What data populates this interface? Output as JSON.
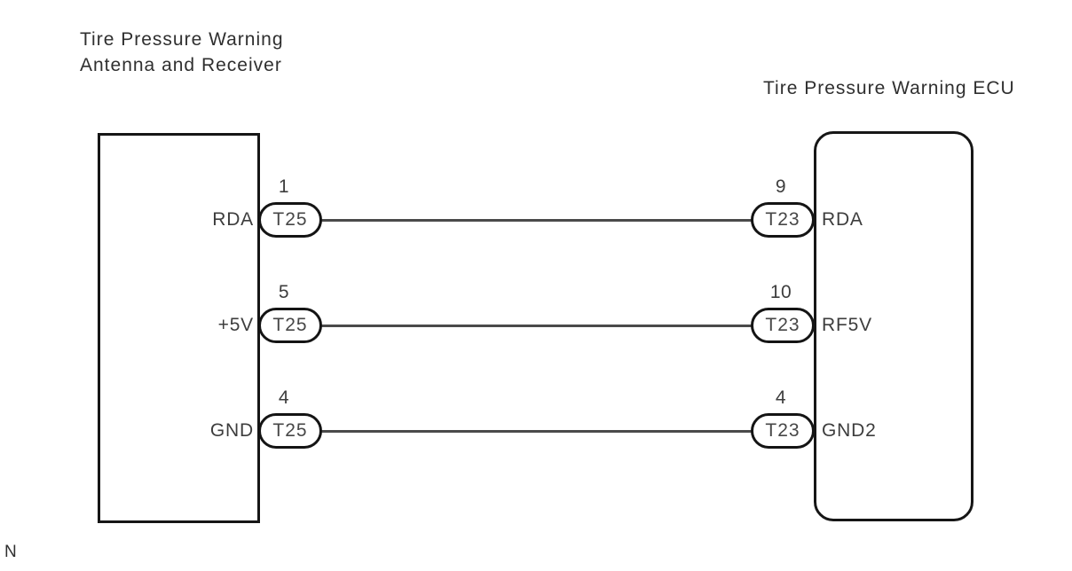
{
  "diagram": {
    "left_component": {
      "title_line1": "Tire Pressure Warning",
      "title_line2": "Antenna and Receiver"
    },
    "right_component": {
      "title": "Tire Pressure Warning ECU"
    },
    "connections": [
      {
        "left": {
          "label": "RDA",
          "pin": "1",
          "connector": "T25"
        },
        "right": {
          "label": "RDA",
          "pin": "9",
          "connector": "T23"
        }
      },
      {
        "left": {
          "label": "+5V",
          "pin": "5",
          "connector": "T25"
        },
        "right": {
          "label": "RF5V",
          "pin": "10",
          "connector": "T23"
        }
      },
      {
        "left": {
          "label": "GND",
          "pin": "4",
          "connector": "T25"
        },
        "right": {
          "label": "GND2",
          "pin": "4",
          "connector": "T23"
        }
      }
    ],
    "footnote": "N",
    "colors": {
      "background": "#ffffff",
      "border": "#161616",
      "wire": "#4a4a4a",
      "text": "#3d3d3d"
    }
  }
}
